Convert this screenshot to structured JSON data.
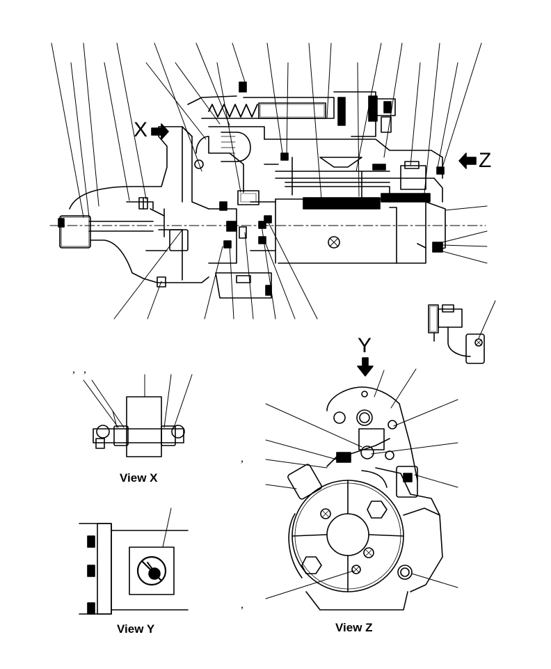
{
  "views": {
    "x_label": "View X",
    "y_label": "View Y",
    "z_label": "View Z"
  },
  "arrows": {
    "x": "X",
    "y": "Y",
    "z": "Z"
  },
  "marks": {
    "comma_a": ",",
    "comma_b": ",",
    "comma_c": ",",
    "comma_d": ","
  },
  "colors": {
    "line": "#000000",
    "fill": "#000000",
    "background": "#ffffff"
  }
}
